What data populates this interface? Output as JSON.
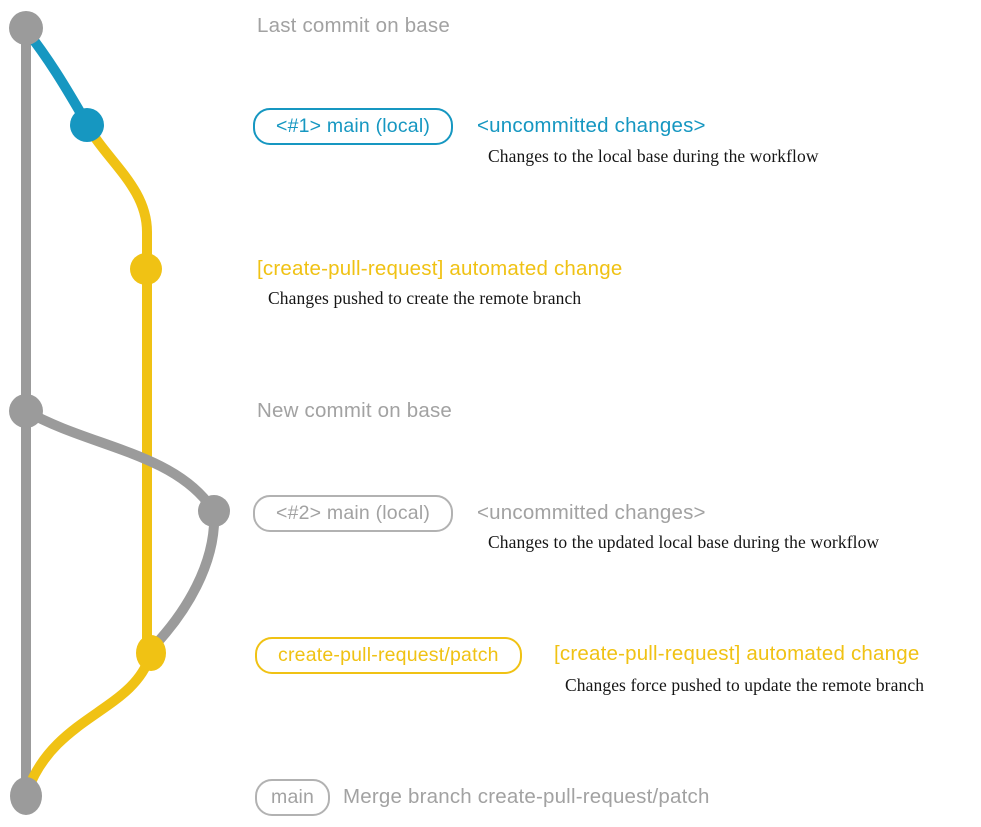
{
  "theme": {
    "gray": "#9b9b9b",
    "gray_text": "#a2a2a2",
    "gray_border": "#b2b2b2",
    "blue": "#1697c1",
    "yellow": "#f0c214",
    "note_color": "#151515",
    "background": "#ffffff"
  },
  "diagram": {
    "rows": {
      "last_commit": {
        "label": "Last commit on base"
      },
      "uncommitted_1": {
        "badge": "<#1> main (local)",
        "title": "<uncommitted changes>",
        "note": "Changes to the local base during the workflow"
      },
      "automated_1": {
        "title": "[create-pull-request] automated change",
        "note": "Changes pushed to create the remote branch"
      },
      "new_commit": {
        "label": "New commit on base"
      },
      "uncommitted_2": {
        "badge": "<#2> main (local)",
        "title": "<uncommitted changes>",
        "note": "Changes to the updated local base during the workflow"
      },
      "automated_2": {
        "badge": "create-pull-request/patch",
        "title": "[create-pull-request] automated change",
        "note": "Changes force pushed to update the remote branch"
      },
      "merge": {
        "badge": "main",
        "title": "Merge branch create-pull-request/patch"
      }
    },
    "commits": [
      {
        "name": "last-commit-on-base",
        "color": "gray"
      },
      {
        "name": "uncommitted-changes-1",
        "color": "blue"
      },
      {
        "name": "automated-change-1",
        "color": "yellow"
      },
      {
        "name": "new-commit-on-base",
        "color": "gray"
      },
      {
        "name": "uncommitted-changes-2",
        "color": "gray"
      },
      {
        "name": "automated-change-2",
        "color": "yellow"
      },
      {
        "name": "merge-commit",
        "color": "gray"
      }
    ]
  }
}
